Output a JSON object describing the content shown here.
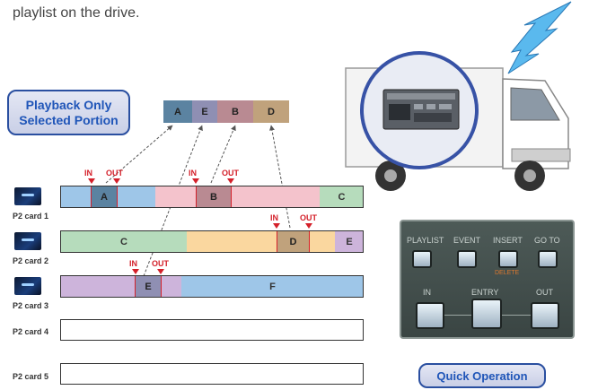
{
  "intro_text": "playlist on the drive.",
  "playback_badge": "Playback Only Selected Portion",
  "quick_badge": "Quick Operation",
  "playlist": [
    {
      "label": "A",
      "color": "#5b83a1"
    },
    {
      "label": "E",
      "color": "#8f8fb3"
    },
    {
      "label": "B",
      "color": "#b98a92"
    },
    {
      "label": "D",
      "color": "#c0a27c"
    }
  ],
  "markers": {
    "in": "IN",
    "out": "OUT"
  },
  "cards": [
    {
      "label": "P2 card 1"
    },
    {
      "label": "P2 card 2"
    },
    {
      "label": "P2 card 3"
    },
    {
      "label": "P2 card 4"
    },
    {
      "label": "P2 card 5"
    }
  ],
  "card1": {
    "seg_a": "A",
    "seg_b": "B",
    "seg_c": "C"
  },
  "card2": {
    "seg_c": "C",
    "seg_d": "D",
    "seg_e": "E"
  },
  "card3": {
    "seg_e": "E",
    "seg_f": "F"
  },
  "control_panel": {
    "top_buttons": [
      "PLAYLIST",
      "EVENT",
      "INSERT",
      "GO TO"
    ],
    "sub_label": "DELETE",
    "bottom_buttons": [
      "IN",
      "ENTRY",
      "OUT"
    ]
  },
  "colors": {
    "clip_blue": "#9ec6e8",
    "clip_pink": "#f4c3cc",
    "clip_green": "#b6dcbc",
    "clip_orange": "#fad79f",
    "clip_purple": "#cdb4db",
    "accent_red": "#d4202a",
    "badge_blue": "#1f55b8"
  }
}
